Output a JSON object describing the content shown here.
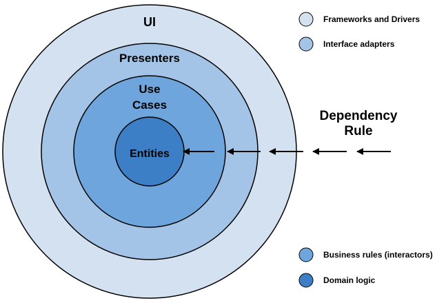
{
  "rings": {
    "frameworks": {
      "label": "UI",
      "color": "#d3e1f0"
    },
    "adapters": {
      "label": "Presenters",
      "color": "#a3c4e6"
    },
    "use_cases": {
      "label_line1": "Use",
      "label_line2": "Cases",
      "color": "#6ea5dd"
    },
    "entities": {
      "label": "Entities",
      "color": "#3d7fc6"
    }
  },
  "legend": {
    "frameworks": {
      "label": "Frameworks and Drivers",
      "color": "#d3e1f0"
    },
    "adapters": {
      "label": "Interface adapters",
      "color": "#a3c4e6"
    },
    "business": {
      "label": "Business rules (interactors)",
      "color": "#6ea5dd"
    },
    "domain": {
      "label": "Domain logic",
      "color": "#3d7fc6"
    }
  },
  "dependency_rule": {
    "line1": "Dependency",
    "line2": "Rule",
    "arrow_color": "#000000"
  },
  "colors": {
    "outline": "#000000",
    "background": "#ffffff"
  }
}
